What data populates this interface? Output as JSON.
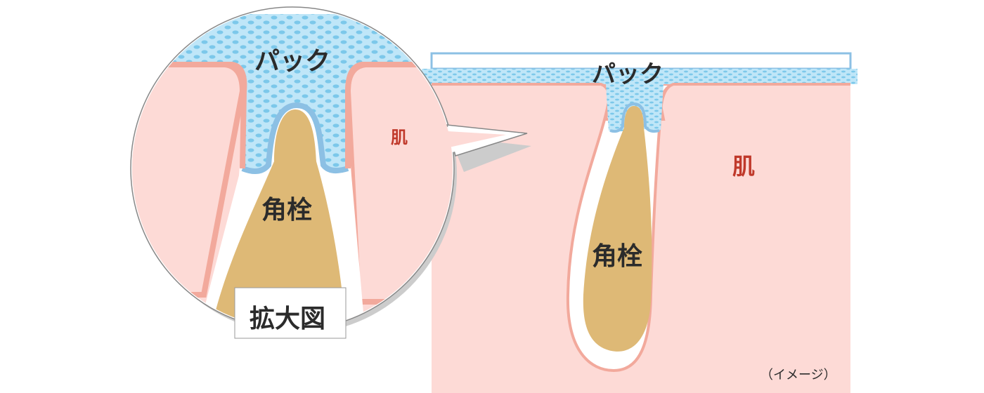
{
  "zoom_view": {
    "pack_label": "パック",
    "skin_label": "肌",
    "plug_label": "角栓",
    "caption": "拡大図"
  },
  "main_view": {
    "pack_label": "パック",
    "skin_label": "肌",
    "plug_label": "角栓",
    "note": "（イメージ）"
  },
  "colors": {
    "skin": "#fddad6",
    "skin_edge": "#f2a99c",
    "pack": "#bfe6f8",
    "pack_dot": "#7cc8ea",
    "pack_edge": "#8cc0e4",
    "plug": "#deb976"
  }
}
